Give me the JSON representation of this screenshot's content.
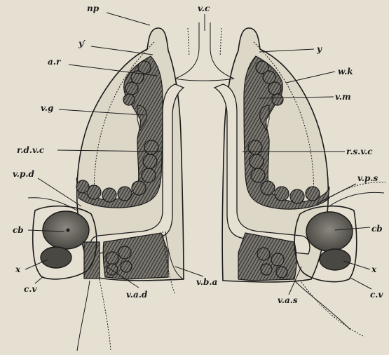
{
  "labels": {
    "np": "np",
    "vc": "v.c",
    "y_prime": "y′",
    "y": "y",
    "ar": "a.r",
    "wk": "w.k",
    "vg": "v.g",
    "vm": "v.m",
    "rdvc": "r.d.v.c",
    "rsvc": "r.s.v.c",
    "vpd": "v.p.d",
    "vps": "v.p.s",
    "cb_left": "cb",
    "cb_right": "cb",
    "x_left": "x",
    "x_right": "x",
    "cv_left": "c.v",
    "cv_right": "c.v",
    "vad": "v.a.d",
    "vba": "v.b.a",
    "vas": "v.a.s"
  }
}
